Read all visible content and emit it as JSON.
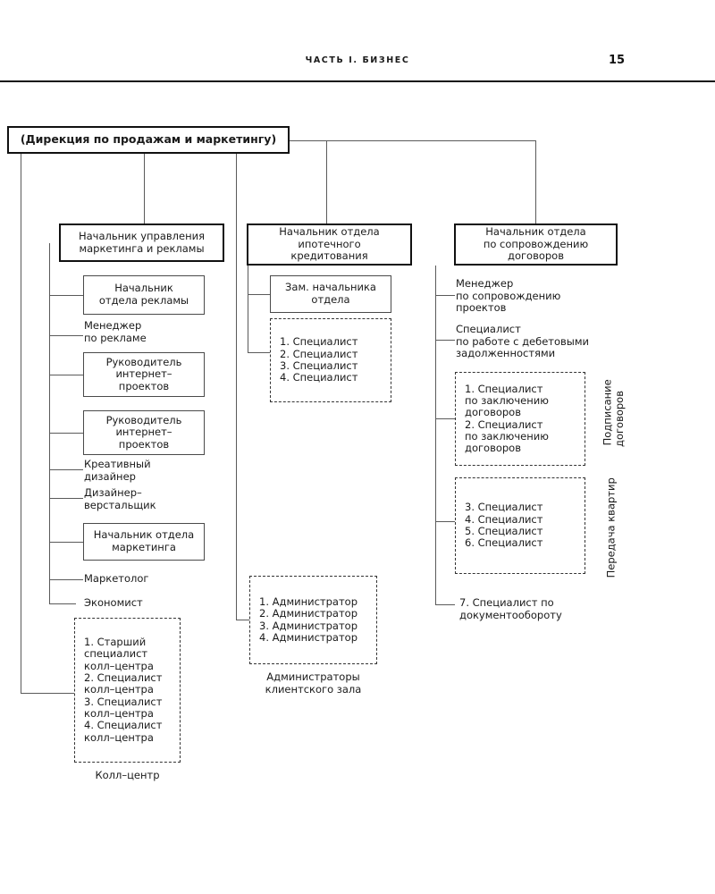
{
  "header": {
    "running_title": "ЧАСТЬ I. БИЗНЕС",
    "page_number": "15"
  },
  "chart_data": {
    "type": "diagram",
    "title": "(Дирекция по продажам и маркетингу)",
    "root": "(Дирекция по продажам и маркетингу)",
    "branches": [
      {
        "head": "Начальник управления\nмаркетинга и рекламы",
        "nodes": [
          "Начальник\nотдела рекламы",
          "Менеджер\nпо рекламе",
          "Руководитель\nинтернет–\nпроектов",
          "Руководитель\nинтернет–\nпроектов",
          "Креативный\nдизайнер",
          "Дизайнер–\nверстальщик",
          "Начальник отдела\nмаркетинга",
          "Маркетолог",
          "Экономист"
        ],
        "group": {
          "items": [
            "1. Старший\nспециалист\nколл–центра",
            "2. Специалист\nколл–центра",
            "3. Специалист\nколл–центра",
            "4. Специалист\nколл–центра"
          ],
          "caption": "Колл–центр"
        }
      },
      {
        "head": "Начальник отдела\nипотечного\nкредитования",
        "nodes": [
          "Зам. начальника\nотдела"
        ],
        "group": {
          "items": [
            "1. Специалист",
            "2. Специалист",
            "3. Специалист",
            "4. Специалист"
          ],
          "caption": ""
        },
        "group2": {
          "items": [
            "1. Администратор",
            "2. Администратор",
            "3. Администратор",
            "4. Администратор"
          ],
          "caption": "Администраторы\nклиентского зала"
        }
      },
      {
        "head": "Начальник отдела\nпо сопровождению\nдоговоров",
        "nodes": [
          "Менеджер\nпо сопровождению\nпроектов",
          "Специалист\nпо работе с дебетовыми\nзадолженностями",
          "7. Специалист по\nдокументообороту"
        ],
        "group": {
          "items": [
            "1. Специалист\nпо заключению\nдоговоров",
            "2. Специалист\nпо заключению\nдоговоров"
          ],
          "side_label": "Подписание\nдоговоров"
        },
        "group2": {
          "items": [
            "3. Специалист",
            "4. Специалист",
            "5. Специалист",
            "6. Специалист"
          ],
          "side_label": "Передача квартир"
        }
      }
    ]
  },
  "nodes": {
    "root": "(Дирекция по продажам и маркетингу)",
    "l_head": "Начальник управления\nмаркетинга и рекламы",
    "l_n1": "Начальник\nотдела рекламы",
    "l_n2": "Менеджер\nпо рекламе",
    "l_n3": "Руководитель\nинтернет–\nпроектов",
    "l_n4": "Руководитель\nинтернет–\nпроектов",
    "l_n5": "Креативный\nдизайнер",
    "l_n6": "Дизайнер–\nверстальщик",
    "l_n7": "Начальник отдела\nмаркетинга",
    "l_n8": "Маркетолог",
    "l_n9": "Экономист",
    "l_g1": "1. Старший\nспециалист\nколл–центра",
    "l_g2": "2. Специалист\nколл–центра",
    "l_g3": "3. Специалист\nколл–центра",
    "l_g4": "4. Специалист\nколл–центра",
    "l_cap": "Колл–центр",
    "m_head": "Начальник отдела\nипотечного\nкредитования",
    "m_n1": "Зам. начальника\nотдела",
    "m_g1": "1. Специалист",
    "m_g2": "2. Специалист",
    "m_g3": "3. Специалист",
    "m_g4": "4. Специалист",
    "m_a1": "1. Администратор",
    "m_a2": "2. Администратор",
    "m_a3": "3. Администратор",
    "m_a4": "4. Администратор",
    "m_cap": "Администраторы\nклиентского зала",
    "r_head": "Начальник отдела\nпо сопровождению\nдоговоров",
    "r_n1": "Менеджер\nпо сопровождению\nпроектов",
    "r_n2": "Специалист\nпо работе с дебетовыми\nзадолженностями",
    "r_g1": "1. Специалист\nпо заключению\nдоговоров",
    "r_g2": "2. Специалист\nпо заключению\nдоговоров",
    "r_side1": "Подписание\nдоговоров",
    "r_h1": "3. Специалист",
    "r_h2": "4. Специалист",
    "r_h3": "5. Специалист",
    "r_h4": "6. Специалист",
    "r_side2": "Передача квартир",
    "r_n3": "7. Специалист по\nдокументообороту"
  }
}
